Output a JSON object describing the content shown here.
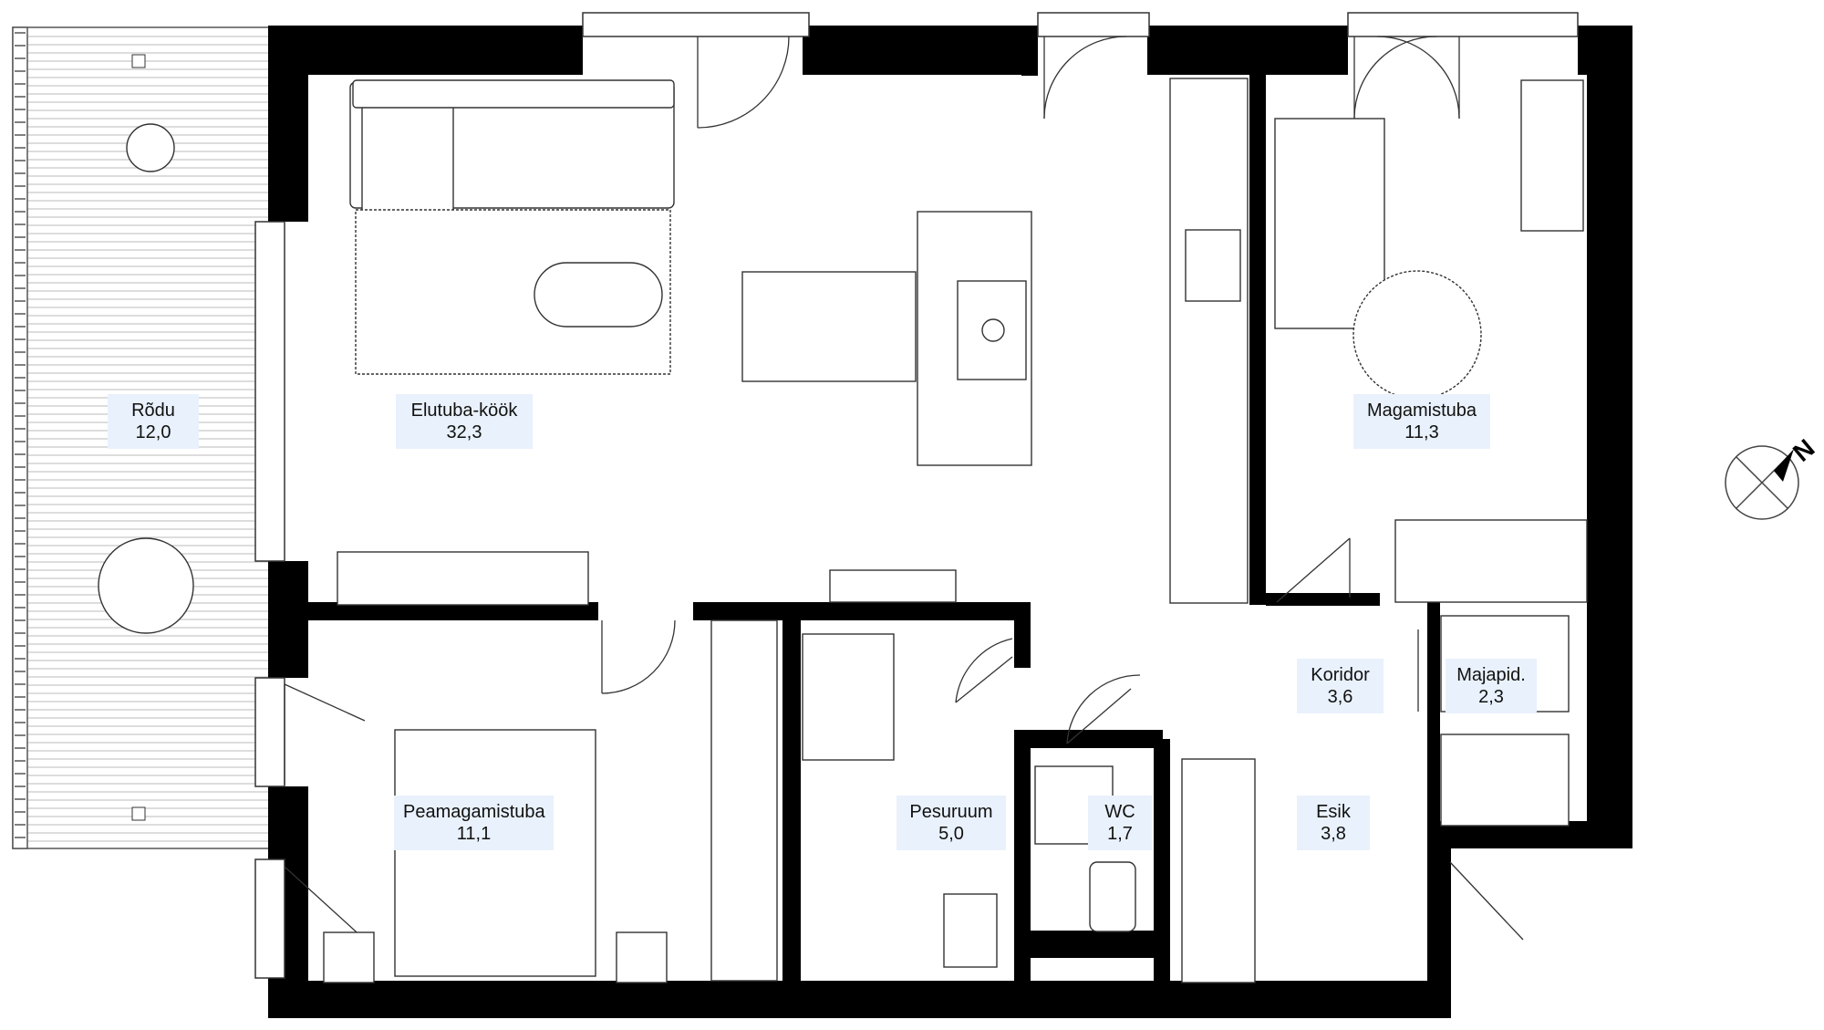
{
  "rooms": {
    "rodu": {
      "name": "Rõdu",
      "area": "12,0"
    },
    "elutuba": {
      "name": "Elutuba-köök",
      "area": "32,3"
    },
    "magamistuba": {
      "name": "Magamistuba",
      "area": "11,3"
    },
    "koridor": {
      "name": "Koridor",
      "area": "3,6"
    },
    "majapid": {
      "name": "Majapid.",
      "area": "2,3"
    },
    "peamagamistuba": {
      "name": "Peamagamistuba",
      "area": "11,1"
    },
    "pesuruum": {
      "name": "Pesuruum",
      "area": "5,0"
    },
    "wc": {
      "name": "WC",
      "area": "1,7"
    },
    "esik": {
      "name": "Esik",
      "area": "3,8"
    }
  },
  "compass": {
    "north_label": "N"
  },
  "colors": {
    "wall": "#000000",
    "label_bg": "#e9f1fc",
    "line": "#222222"
  }
}
